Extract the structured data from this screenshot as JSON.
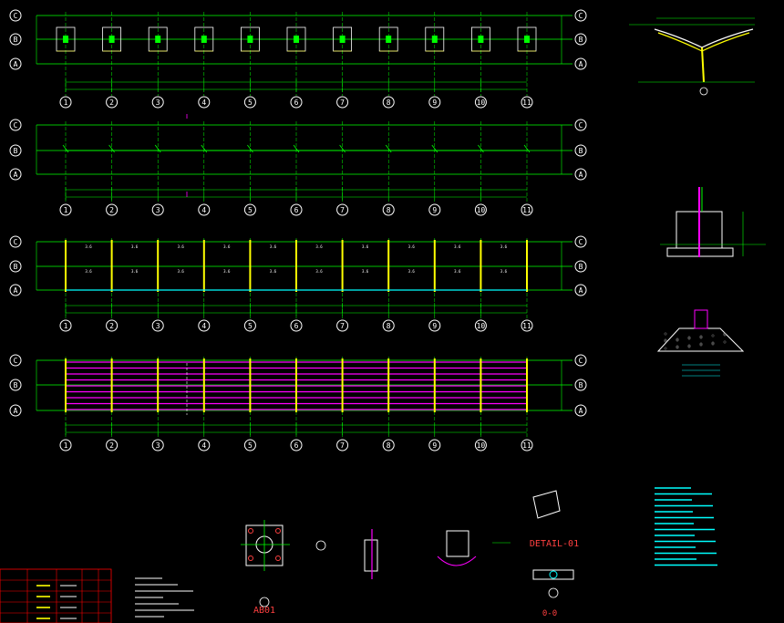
{
  "drawing": {
    "grid_columns": [
      "1",
      "2",
      "3",
      "4",
      "5",
      "6",
      "7",
      "8",
      "9",
      "10",
      "11"
    ],
    "grid_rows": [
      "C",
      "B",
      "A"
    ],
    "detail_labels": {
      "ab01": "AB01",
      "detail01": "DETAIL-01",
      "section_0": "0-0"
    },
    "colors": {
      "grid_line": "#00ff00",
      "bubble": "#ffffff",
      "member": "#ffff00",
      "purlin": "#ff00ff",
      "dim": "#00ff00",
      "note_text": "#00ffff",
      "table_frame": "#ff0000"
    },
    "icons": [
      "grid-bubble-icon",
      "section-mark-icon"
    ]
  }
}
